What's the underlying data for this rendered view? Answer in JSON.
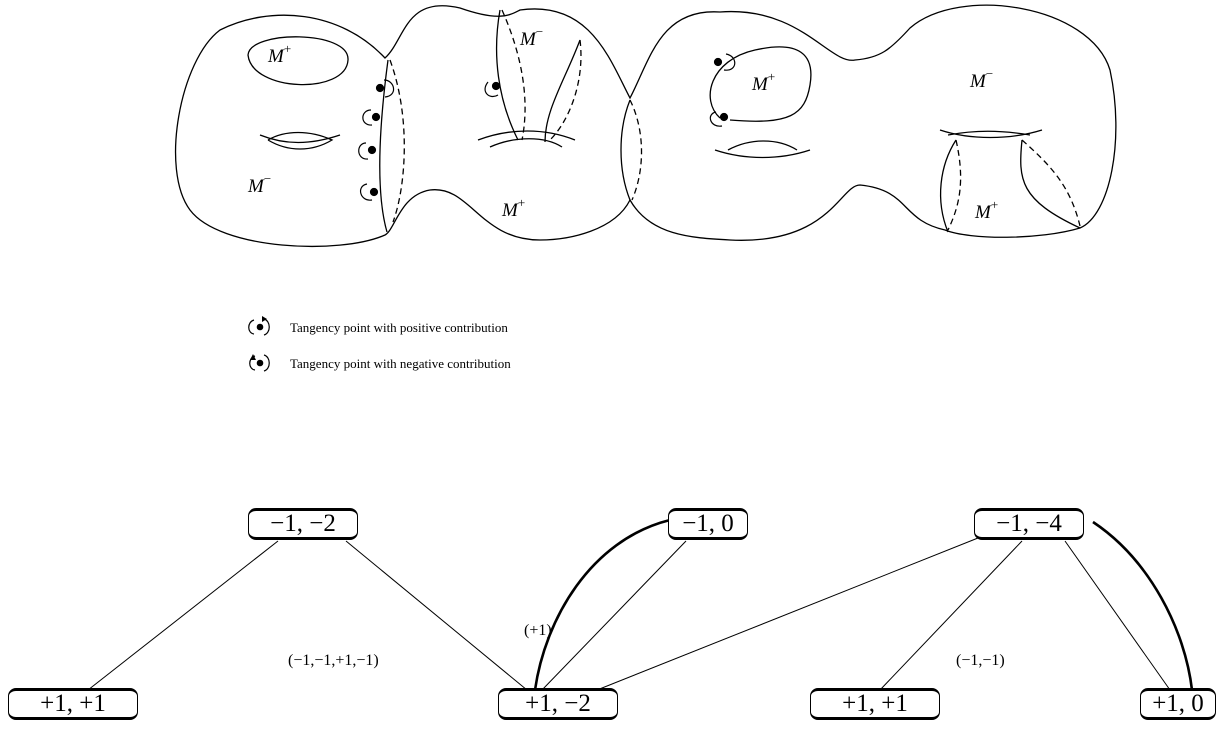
{
  "surface": {
    "regions": {
      "left_top": "M",
      "left_top_sign": "+",
      "left_bottom": "M",
      "left_bottom_sign": "−",
      "second_top": "M",
      "second_top_sign": "−",
      "middle_bottom": "M",
      "middle_bottom_sign": "+",
      "third_top": "M",
      "third_top_sign": "+",
      "right_top": "M",
      "right_top_sign": "−",
      "right_bottom": "M",
      "right_bottom_sign": "+"
    }
  },
  "legend": {
    "positive": "Tangency point with positive contribution",
    "negative": "Tangency point with negative contribution"
  },
  "graph": {
    "nodes": {
      "n1": "−1, −2",
      "n2": "−1, 0",
      "n3": "−1, −4",
      "n4": "+1, +1",
      "n5": "+1, −2",
      "n6": "+1, +1",
      "n7": "+1, 0"
    },
    "edge_labels": {
      "plus_one": "(+1)",
      "long_label": "(−1,−1,+1,−1)",
      "minus_pair": "(−1,−1)"
    }
  }
}
